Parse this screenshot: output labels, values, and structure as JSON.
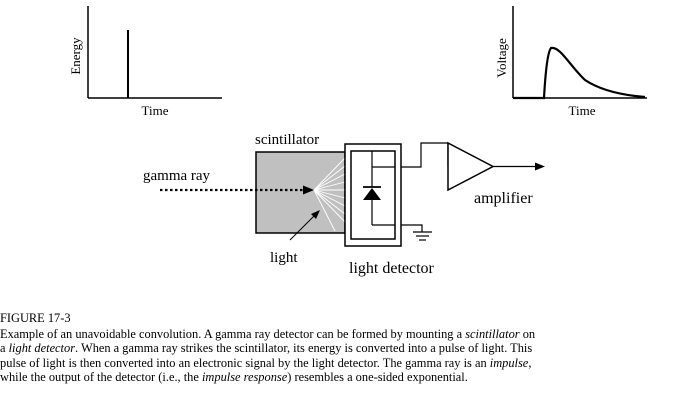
{
  "plots": {
    "input": {
      "ylabel": "Energy",
      "xlabel": "Time"
    },
    "output": {
      "ylabel": "Voltage",
      "xlabel": "Time"
    }
  },
  "labels": {
    "scintillator": "scintillator",
    "gamma_ray": "gamma ray",
    "light": "light",
    "light_detector": "light detector",
    "amplifier": "amplifier"
  },
  "caption": {
    "title": "FIGURE 17-3",
    "lines": [
      [
        {
          "t": "Example of an unavoidable convolution.  A gamma ray detector can be formed by mounting a "
        },
        {
          "t": "scintillator",
          "i": true
        },
        {
          "t": " on"
        }
      ],
      [
        {
          "t": "a "
        },
        {
          "t": "light detector",
          "i": true
        },
        {
          "t": ".  When a gamma ray strikes the scintillator, its energy is converted into a pulse of light.  This"
        }
      ],
      [
        {
          "t": "pulse of light is then converted into an electronic signal by the light detector.  The gamma ray is an "
        },
        {
          "t": "impulse",
          "i": true
        },
        {
          "t": ","
        }
      ],
      [
        {
          "t": "while the output of the detector (i.e., the "
        },
        {
          "t": "impulse response",
          "i": true
        },
        {
          "t": ") resembles a one-sided exponential."
        }
      ]
    ]
  },
  "colors": {
    "scintillator_fill": "#c0c0c0",
    "ink": "#000000"
  }
}
